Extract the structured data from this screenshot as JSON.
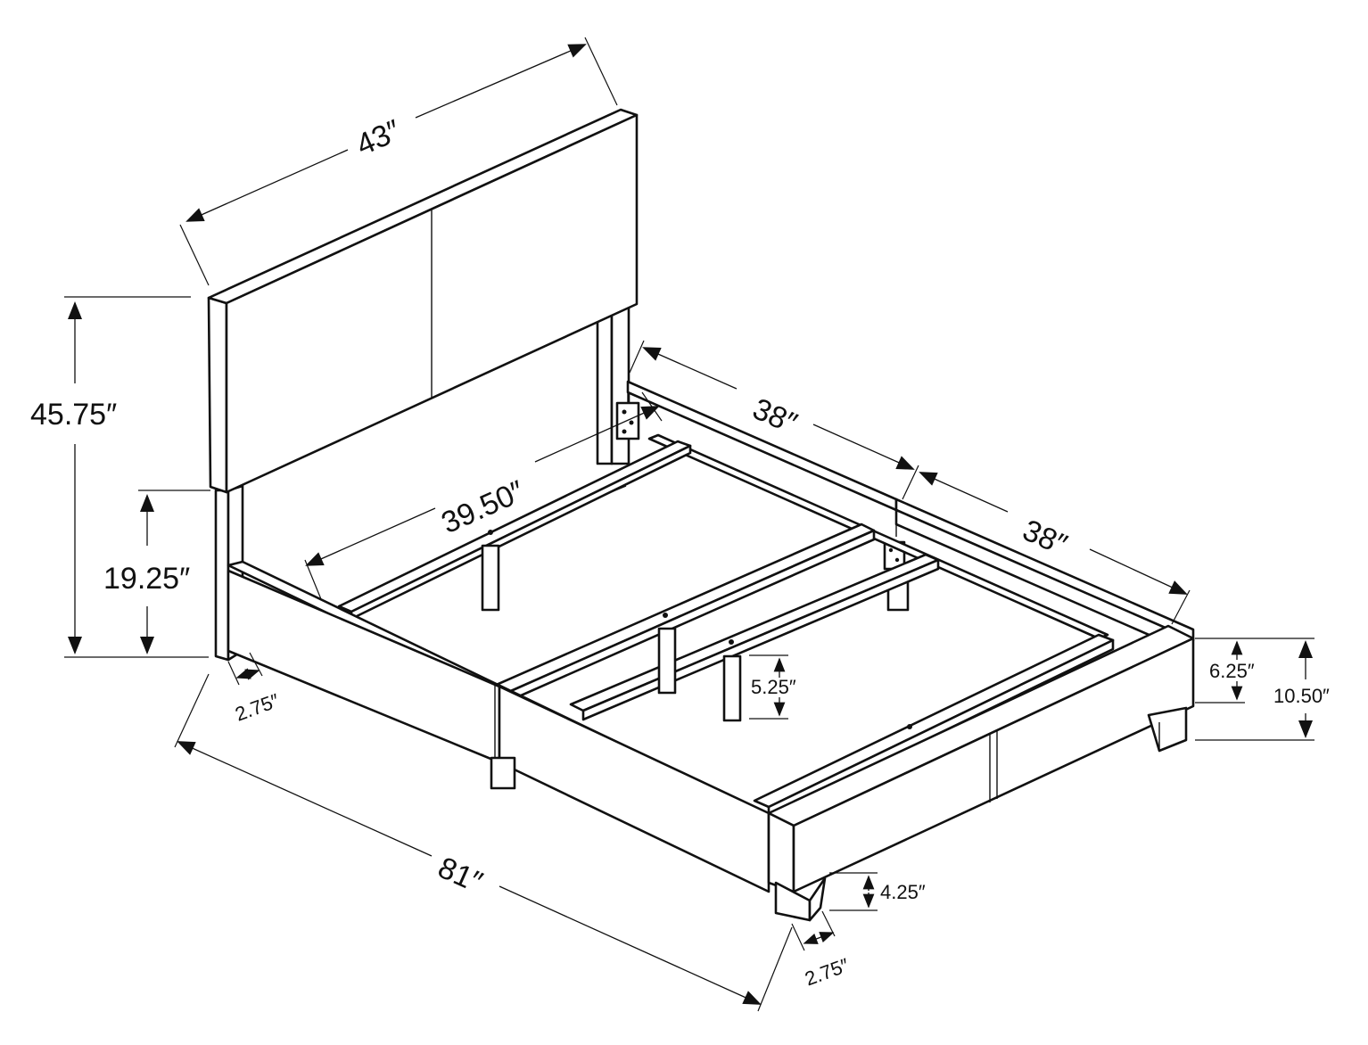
{
  "diagram": {
    "subject": "Bed frame with upholstered headboard, side rails, center support slats and legs",
    "colors": {
      "line": "#111111",
      "background": "#ffffff"
    },
    "dimensions": {
      "headboard_width": "43″",
      "overall_height": "45.75″",
      "headboard_clearance_height": "19.25″",
      "headboard_leg_depth": "2.75″",
      "interior_width": "39.50″",
      "rail_length_back": "38″",
      "rail_length_front": "38″",
      "overall_length": "81″",
      "rail_height": "6.25″",
      "frame_height": "10.50″",
      "center_leg_height": "5.25″",
      "foot_leg_height": "4.25″",
      "foot_leg_depth": "2.75″"
    }
  }
}
